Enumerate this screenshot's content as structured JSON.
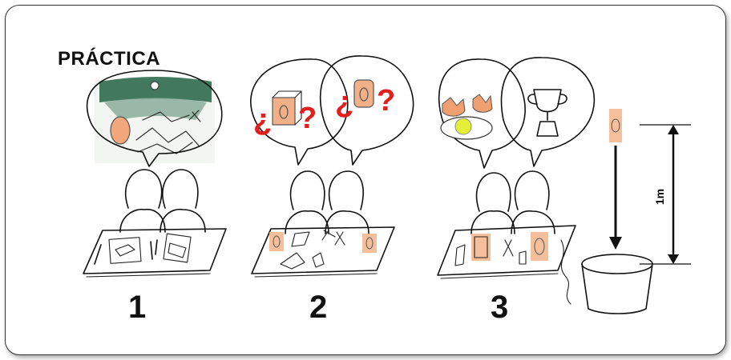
{
  "title": "PRÁCTICA",
  "steps": [
    {
      "number": "1"
    },
    {
      "number": "2"
    },
    {
      "number": "3"
    }
  ],
  "question_marks": {
    "open": "¿",
    "close": "?"
  },
  "measurement": {
    "label": "1m"
  },
  "colors": {
    "egg": "#f4a77a",
    "question": "#e21f1f",
    "yolk": "#e6ef38",
    "plan": "#2f6a4c"
  }
}
